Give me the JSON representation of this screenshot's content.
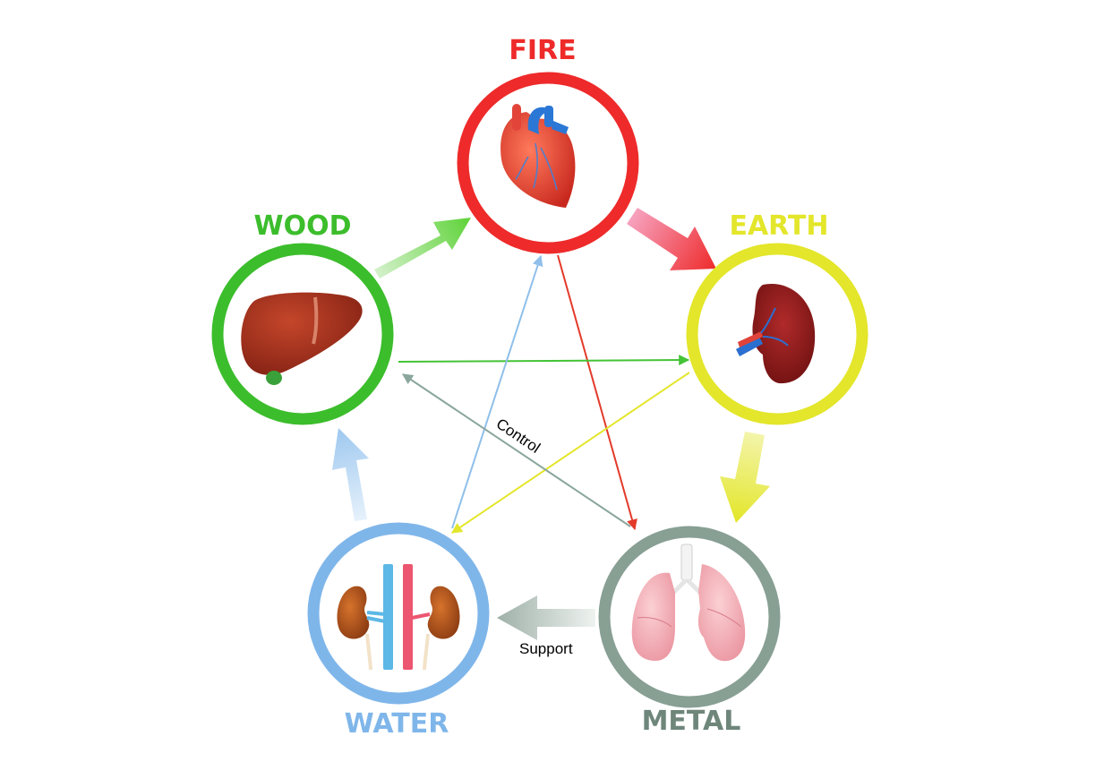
{
  "elements": {
    "fire": {
      "label": "FIRE",
      "color": "#ee2a2a",
      "organ": "heart-icon"
    },
    "earth": {
      "label": "EARTH",
      "color": "#e3e62a",
      "organ": "spleen-icon"
    },
    "metal": {
      "label": "METAL",
      "color": "#889f94",
      "organ": "lungs-icon"
    },
    "water": {
      "label": "WATER",
      "color": "#7fb6ea",
      "organ": "kidneys-icon"
    },
    "wood": {
      "label": "WOOD",
      "color": "#3cbd2c",
      "organ": "liver-icon"
    }
  },
  "relations": {
    "control_label": "Control",
    "support_label": "Support"
  },
  "colors": {
    "fire_fade": "#f7a3c0",
    "earth_fade": "#f4f5b0",
    "metal_fade": "#dde6e1",
    "water_fade": "#d5e8f8",
    "wood_fade": "#d3f0c9"
  }
}
